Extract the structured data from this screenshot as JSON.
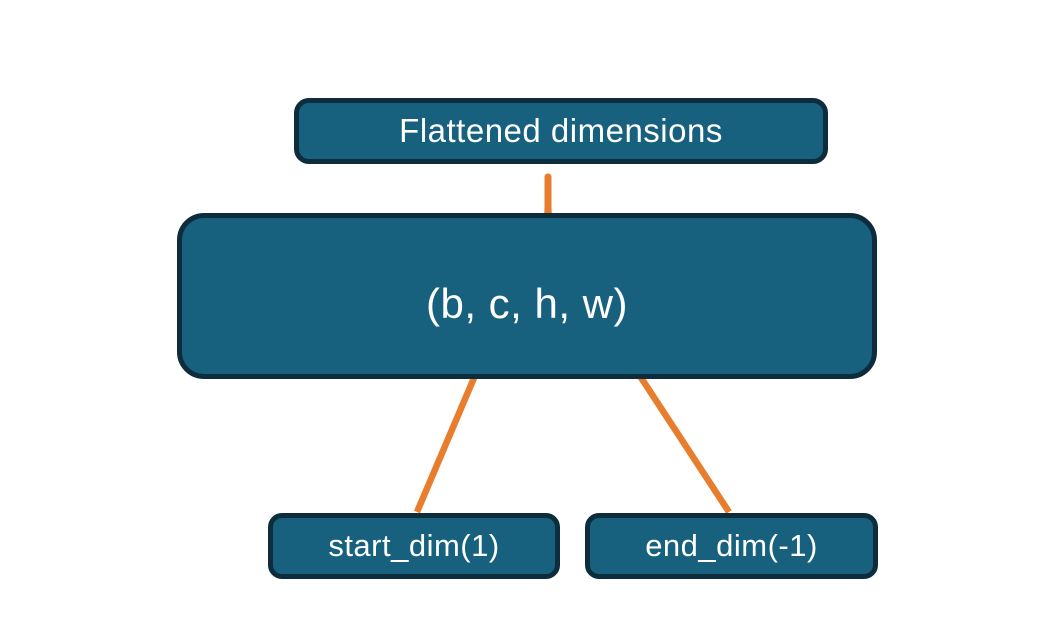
{
  "diagram": {
    "title_box": {
      "label": "Flattened dimensions"
    },
    "tensor_box": {
      "label": "(b, c, h, w)"
    },
    "start_box": {
      "label": "start_dim(1)"
    },
    "end_box": {
      "label": "end_dim(-1)"
    },
    "colors": {
      "box_fill": "#17617f",
      "box_border": "#0e2d3c",
      "arrow": "#e87d2e",
      "text": "#ffffff",
      "background": "#ffffff"
    }
  }
}
